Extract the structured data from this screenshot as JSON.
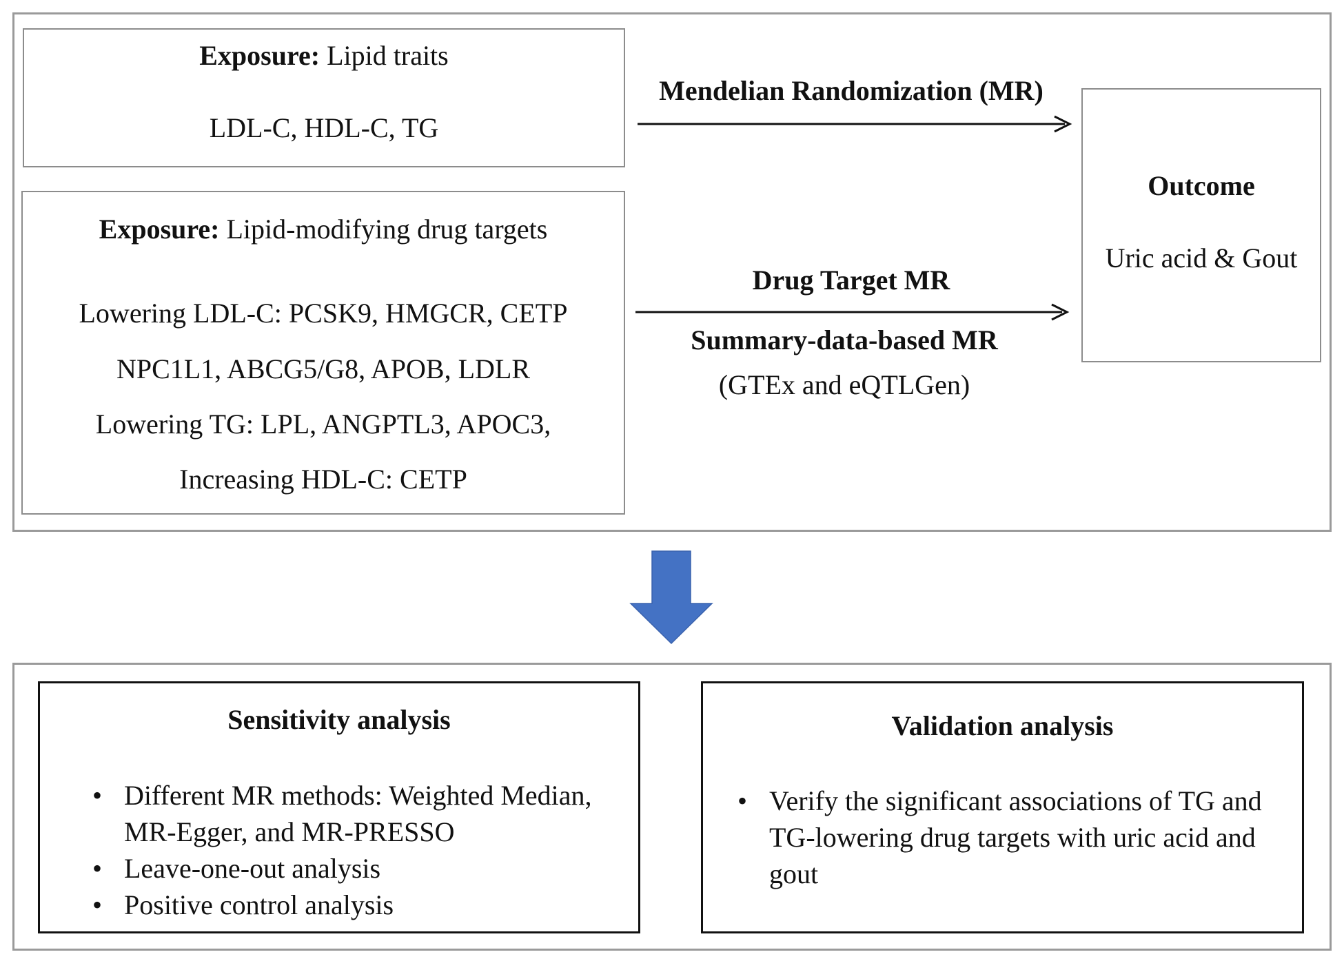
{
  "top_panel": {
    "lipid_traits_box": {
      "heading_bold": "Exposure:",
      "heading_rest": " Lipid traits",
      "traits": "LDL-C, HDL-C, TG"
    },
    "drug_targets_box": {
      "heading_bold": "Exposure:",
      "heading_rest": " Lipid-modifying drug targets",
      "lines": [
        "Lowering LDL-C: PCSK9, HMGCR, CETP",
        "NPC1L1, ABCG5/G8, APOB, LDLR",
        "Lowering TG: LPL, ANGPTL3, APOC3,",
        "Increasing HDL-C: CETP"
      ]
    },
    "arrow_mr": {
      "label": "Mendelian Randomization (MR)"
    },
    "arrow_drug_target": {
      "label_top": "Drug Target MR",
      "label_bottom": "Summary-data-based MR",
      "label_sub": "(GTEx and eQTLGen)"
    },
    "outcome_box": {
      "title": "Outcome",
      "subtitle": "Uric acid & Gout"
    }
  },
  "flow_arrow": {
    "color": "#4472C4"
  },
  "bottom_panel": {
    "sensitivity_box": {
      "title": "Sensitivity analysis",
      "bullet_glyph": "•",
      "items": [
        "Different MR methods: Weighted Median, MR-Egger, and MR-PRESSO",
        "Leave-one-out analysis",
        "Positive control analysis"
      ]
    },
    "validation_box": {
      "title": "Validation analysis",
      "bullet_glyph": "•",
      "items": [
        "Verify the significant associations of TG and TG-lowering drug targets with uric acid and gout"
      ]
    }
  }
}
